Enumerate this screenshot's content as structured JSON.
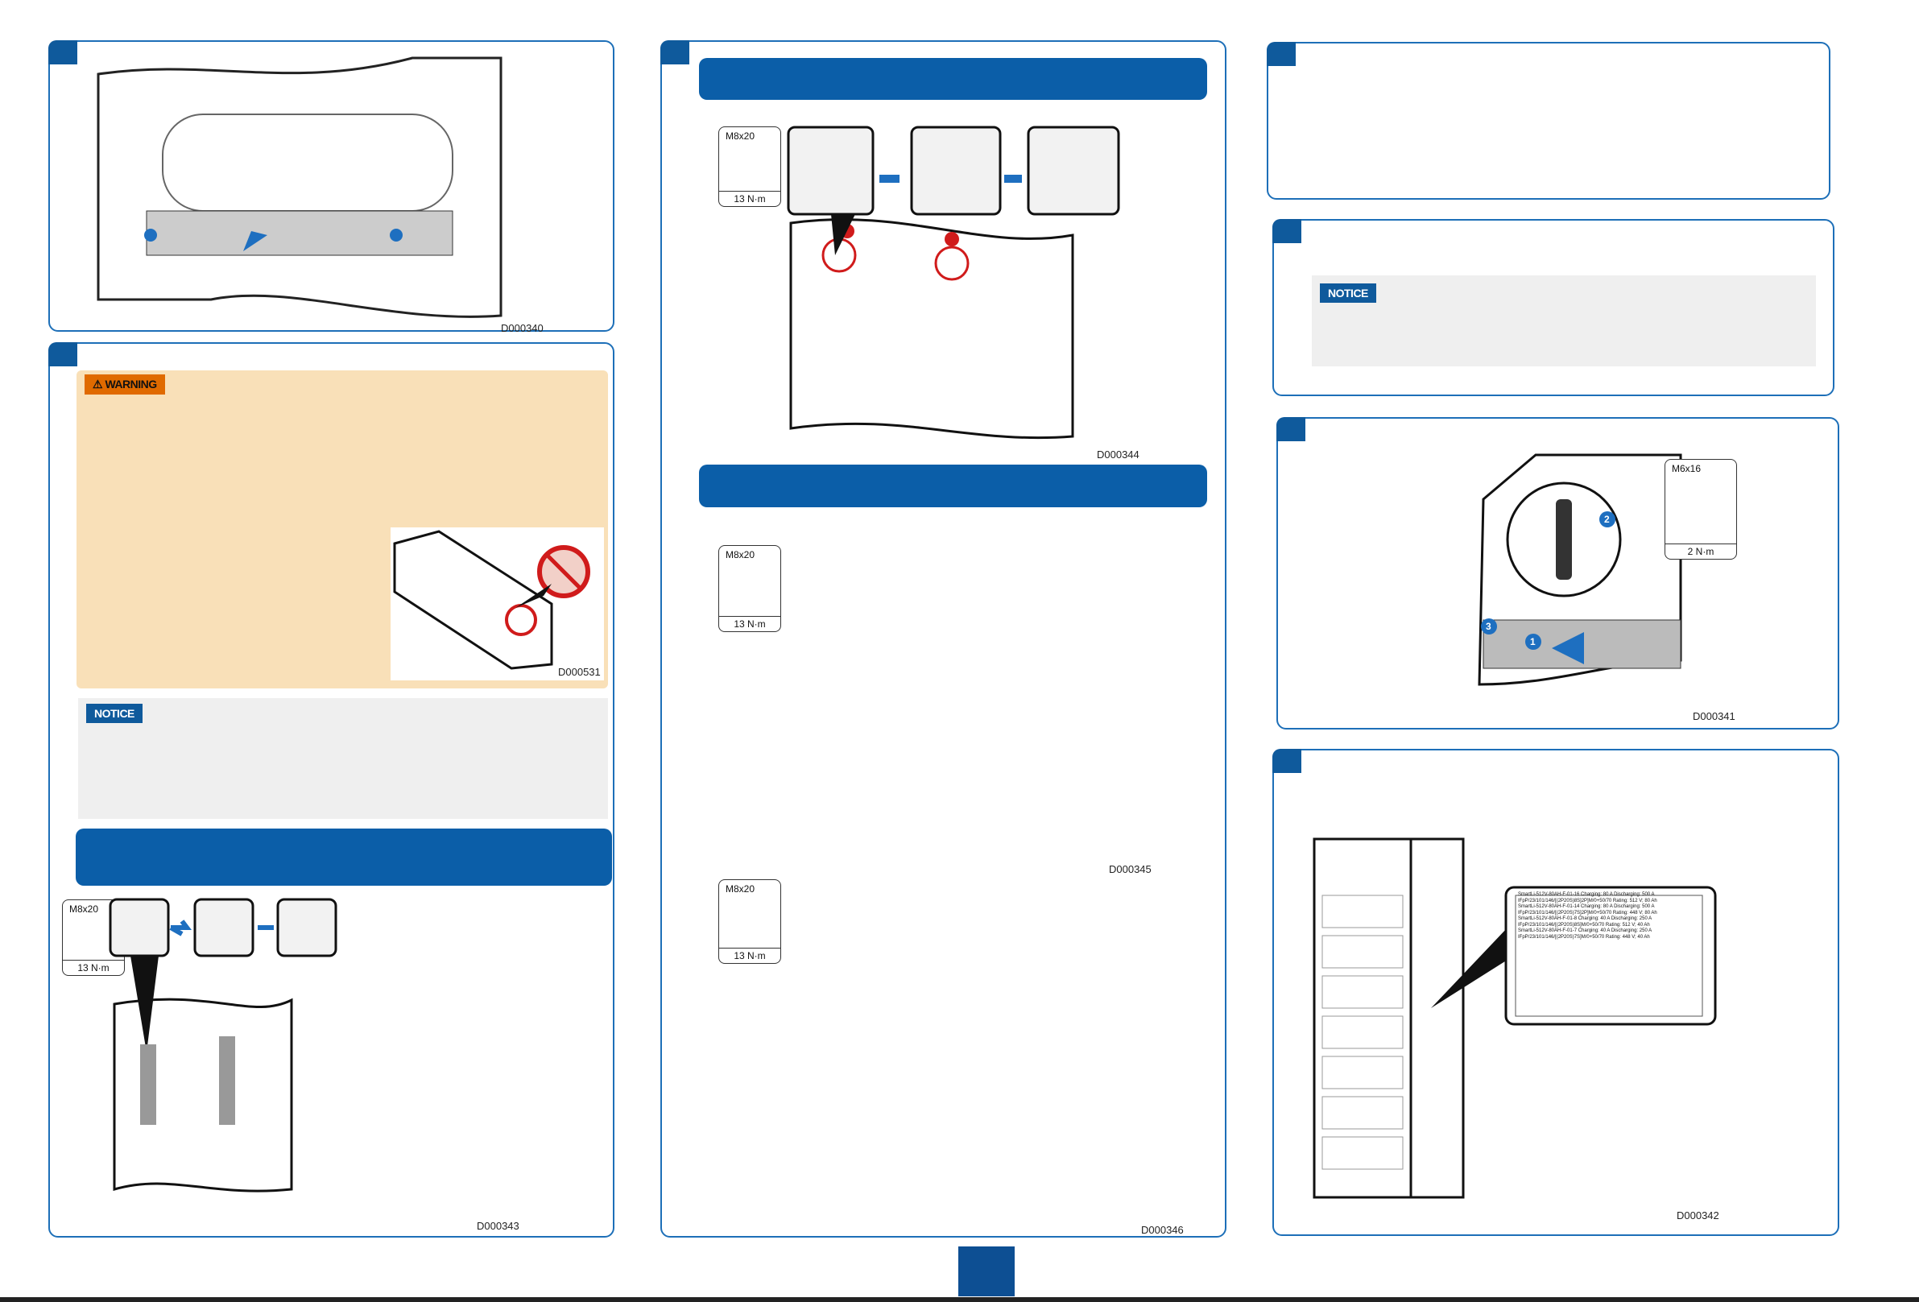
{
  "figures": {
    "f1": "D000340",
    "f2": "D000531",
    "f3": "D000343",
    "f4": "D000344",
    "f5": "D000345",
    "f6": "D000346",
    "f7": "D000341",
    "f8": "D000342"
  },
  "warning_label": "WARNING",
  "notice_label": "NOTICE",
  "tools": {
    "m8": "M8x20",
    "m8_torque": "13 N·m",
    "m6": "M6x16",
    "m6_torque": "2 N·m"
  },
  "steps": [
    "1",
    "2",
    "3"
  ],
  "nameplate": {
    "lines": [
      [
        "SmartLi-512V-80AH-F-01-16",
        "Charging: 80 A",
        "Discharging: 500 A"
      ],
      [
        "IFpP/23/101/146/[(2P20S)8S]2P]M/0+50/70",
        "",
        "Rating: 512 V; 80 Ah"
      ],
      [
        "SmartLi-512V-80AH-F-01-14",
        "Charging: 80 A",
        "Discharging: 500 A"
      ],
      [
        "IFpP/23/101/146/[(2P20S)7S]2P]M/0+50/70",
        "",
        "Rating: 448 V; 80 Ah"
      ],
      [
        "SmartLi-512V-80AH-F-01-8",
        "Charging: 40 A",
        "Discharging: 250 A"
      ],
      [
        "IFpP/23/101/146/[(2P20S)8S]M/0+50/70",
        "",
        "Rating: 512 V; 40 Ah"
      ],
      [
        "SmartLi-512V-80AH-F-01-7",
        "Charging: 40 A",
        "Discharging: 250 A"
      ],
      [
        "IFpP/23/101/146/[(2P20S)7S]M/0+50/70",
        "",
        "Rating: 448 V; 40 Ah"
      ]
    ]
  },
  "colors": {
    "accent": "#0b5ea8",
    "warning": "#e06a00",
    "warning_bg": "#f9e0b8",
    "notice_bg": "#efefef"
  }
}
